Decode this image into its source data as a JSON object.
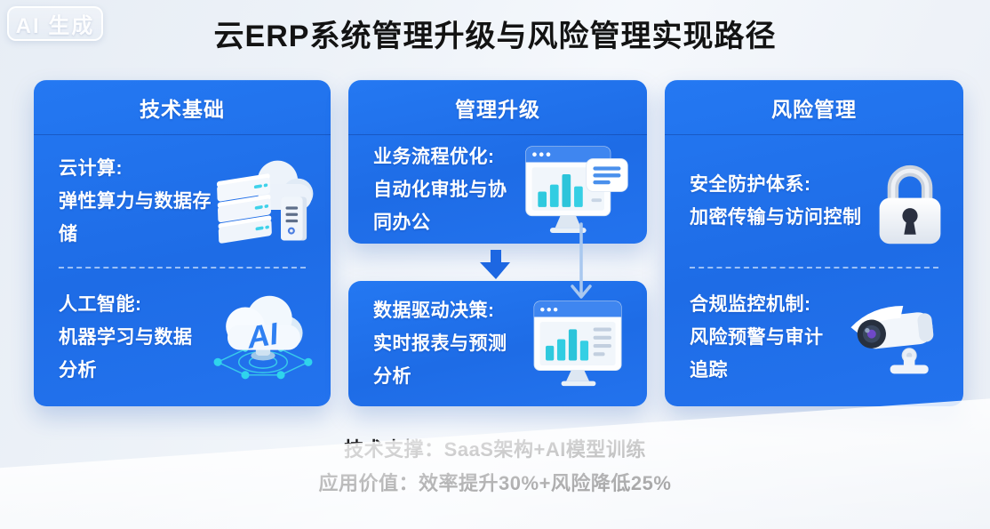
{
  "badge": {
    "label": "AI 生成"
  },
  "title": "云ERP系统管理升级与风险管理实现路径",
  "columns": [
    {
      "header": "技术基础",
      "items": [
        {
          "line1": "云计算:",
          "line2": "弹性算力与数据存储",
          "icon": "cloud-server-icon"
        },
        {
          "line1": "人工智能:",
          "line2": "机器学习与数据分析",
          "icon": "ai-cloud-icon"
        }
      ]
    },
    {
      "header": "管理升级",
      "items": [
        {
          "line1": "业务流程优化:",
          "line2": "自动化审批与协同办公",
          "icon": "monitor-chart-bubble-icon"
        },
        {
          "line1": "数据驱动决策:",
          "line2": "实时报表与预测分析",
          "icon": "monitor-report-icon"
        }
      ]
    },
    {
      "header": "风险管理",
      "items": [
        {
          "line1": "安全防护体系:",
          "line2": "加密传输与访问控制",
          "icon": "padlock-icon"
        },
        {
          "line1": "合规监控机制:",
          "line2": "风险预警与审计追踪",
          "icon": "cctv-camera-icon"
        }
      ]
    }
  ],
  "icons": {
    "ai_label": "AI"
  },
  "footer": {
    "line1": "技术支撑：SaaS架构+AI模型训练",
    "line2": "应用价值：效率提升30%+风险降低25%"
  },
  "colors": {
    "card_blue": "#1f6fee",
    "accent_teal": "#35c8dc",
    "arrow_blue": "#1d67e2",
    "thin_arrow": "#a9c8ef",
    "title_text": "#131313",
    "card_text": "#ffffff"
  }
}
